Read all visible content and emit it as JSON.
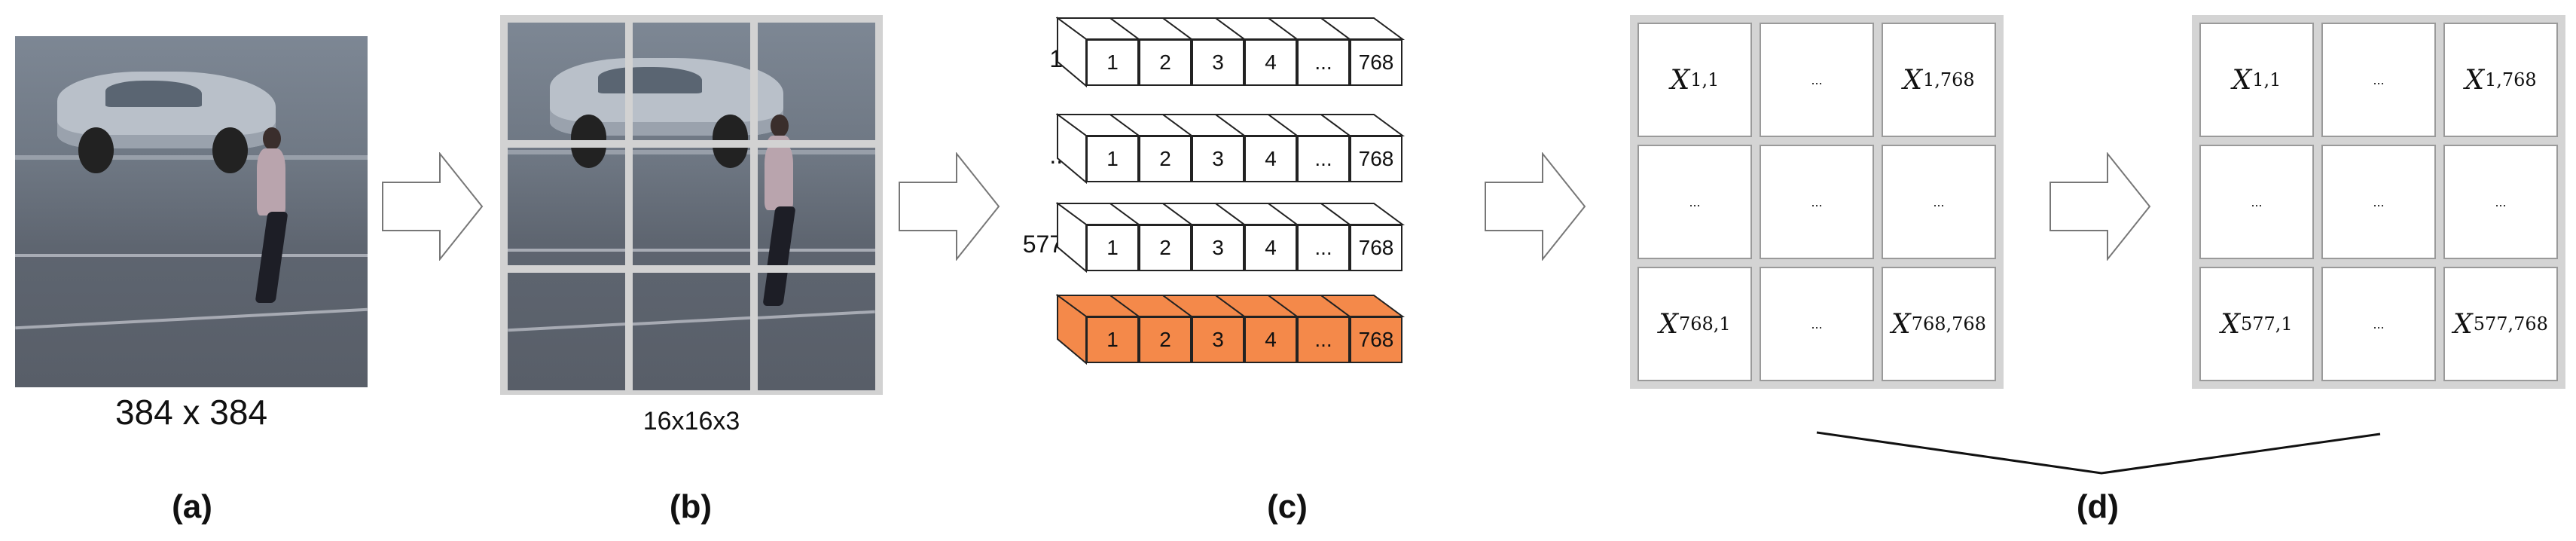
{
  "panel_a": {
    "size_label": "384 x 384",
    "caption": "(a)"
  },
  "panel_b": {
    "patch_label": "16x16x3",
    "caption": "(b)"
  },
  "panel_c": {
    "rows": [
      {
        "label": "1.",
        "cells": [
          "1",
          "2",
          "3",
          "4",
          "...",
          "768"
        ]
      },
      {
        "label": "...",
        "cells": [
          "1",
          "2",
          "3",
          "4",
          "...",
          "768"
        ]
      },
      {
        "label": "577.",
        "cells": [
          "1",
          "2",
          "3",
          "4",
          "...",
          "768"
        ]
      },
      {
        "label": "*",
        "cells": [
          "1",
          "2",
          "3",
          "4",
          "...",
          "768"
        ]
      }
    ],
    "caption": "(c)",
    "highlight_color": "#f4894a"
  },
  "panel_d": {
    "matrix_1": {
      "top_left": {
        "sym": "X",
        "sub": "1,1"
      },
      "top_right": {
        "sym": "X",
        "sub": "1,768"
      },
      "bottom_left": {
        "sym": "X",
        "sub": "768,1"
      },
      "bottom_right": {
        "sym": "X",
        "sub": "768,768"
      },
      "ellipsis": "..."
    },
    "matrix_2": {
      "top_left": {
        "sym": "X",
        "sub": "1,1"
      },
      "top_right": {
        "sym": "X",
        "sub": "1,768"
      },
      "bottom_left": {
        "sym": "X",
        "sub": "577,1"
      },
      "bottom_right": {
        "sym": "X",
        "sub": "577,768"
      },
      "ellipsis": "..."
    },
    "caption": "(d)"
  }
}
